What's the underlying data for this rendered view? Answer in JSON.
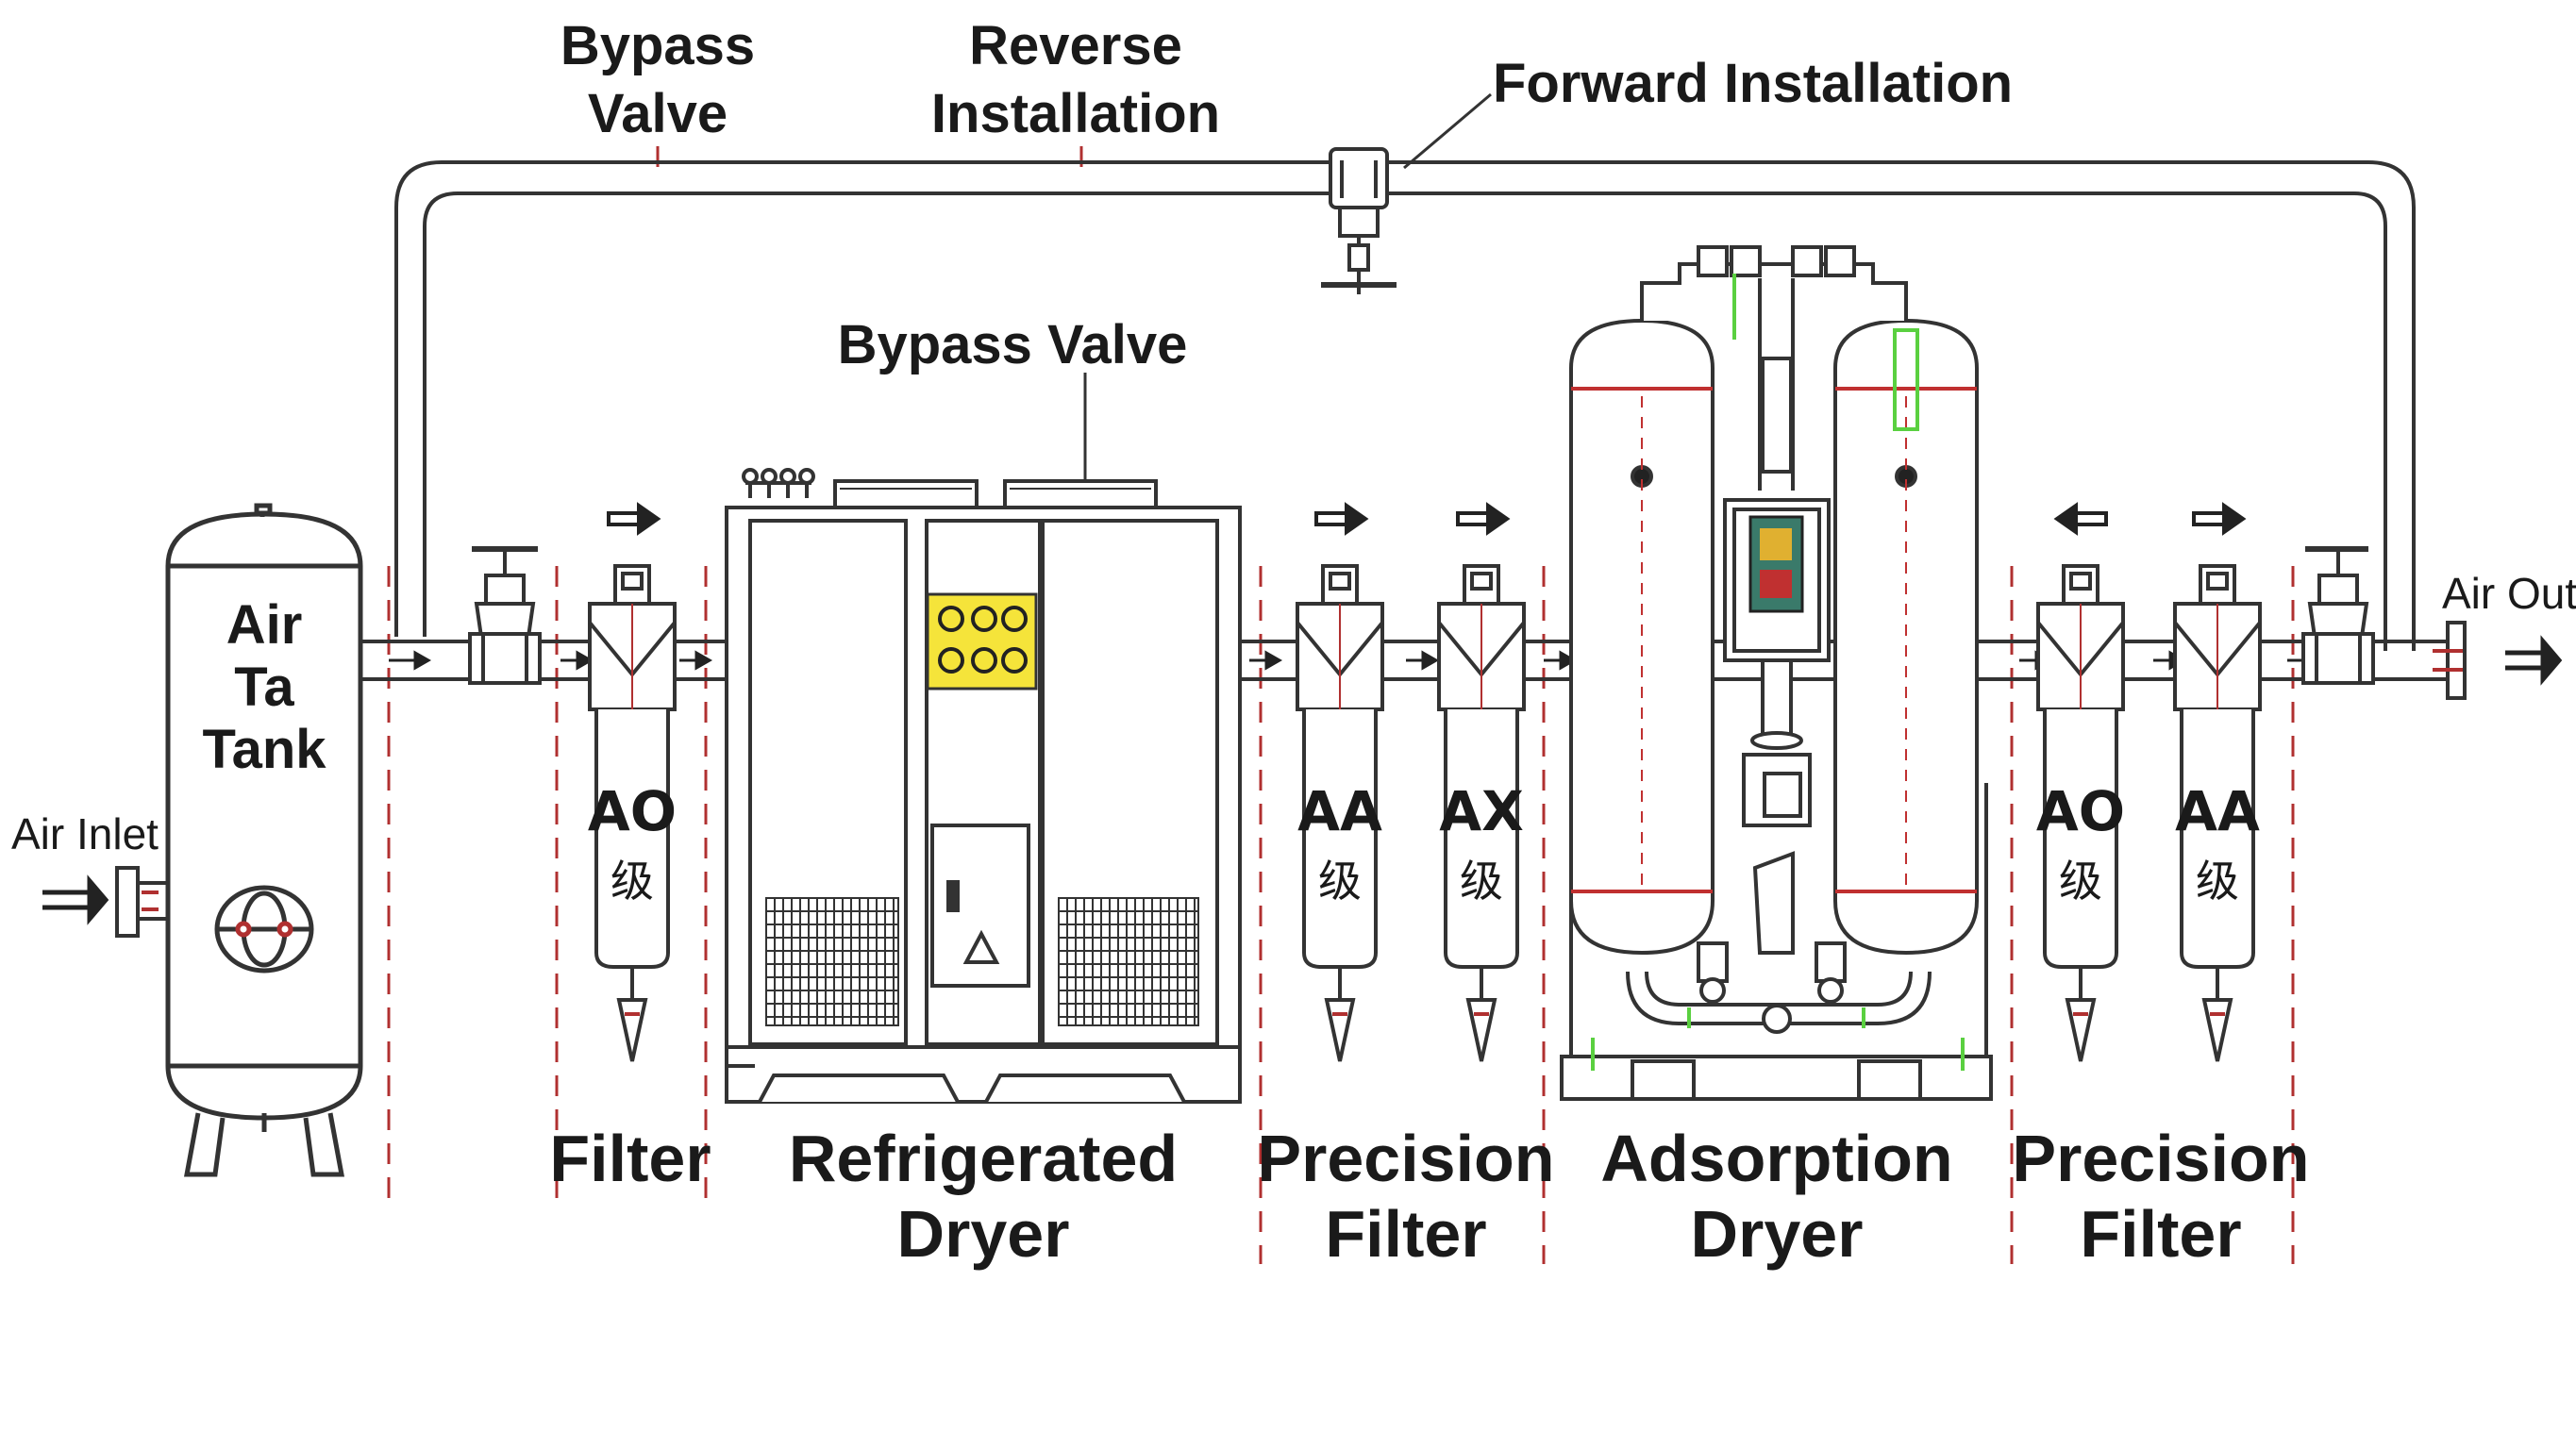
{
  "labels": {
    "bypass_valve_top": [
      "Bypass",
      "Valve"
    ],
    "reverse_installation": [
      "Reverse",
      "Installation"
    ],
    "forward_installation": "Forward Installation",
    "bypass_valve_mid": "Bypass Valve",
    "air_inlet": "Air Inlet",
    "air_outlet": "Air Outlet",
    "tank": [
      "Air",
      "Ta",
      "Tank"
    ]
  },
  "stages": {
    "filter": [
      "Filter"
    ],
    "refrigerated_dryer": [
      "Refrigerated",
      "Dryer"
    ],
    "precision_filter_1": [
      "Precision",
      "Filter"
    ],
    "adsorption_dryer": [
      "Adsorption",
      "Dryer"
    ],
    "precision_filter_2": [
      "Precision",
      "Filter"
    ]
  },
  "filters": [
    {
      "grade": "AO",
      "suffix": "级"
    },
    {
      "grade": "AA",
      "suffix": "级"
    },
    {
      "grade": "AX",
      "suffix": "级"
    },
    {
      "grade": "AO",
      "suffix": "级"
    },
    {
      "grade": "AA",
      "suffix": "级"
    }
  ],
  "colors": {
    "line": "#333333",
    "divider": "#b03030",
    "panel_yellow": "#f5e43a",
    "accent_green": "#5ad040",
    "accent_red": "#c03030"
  }
}
